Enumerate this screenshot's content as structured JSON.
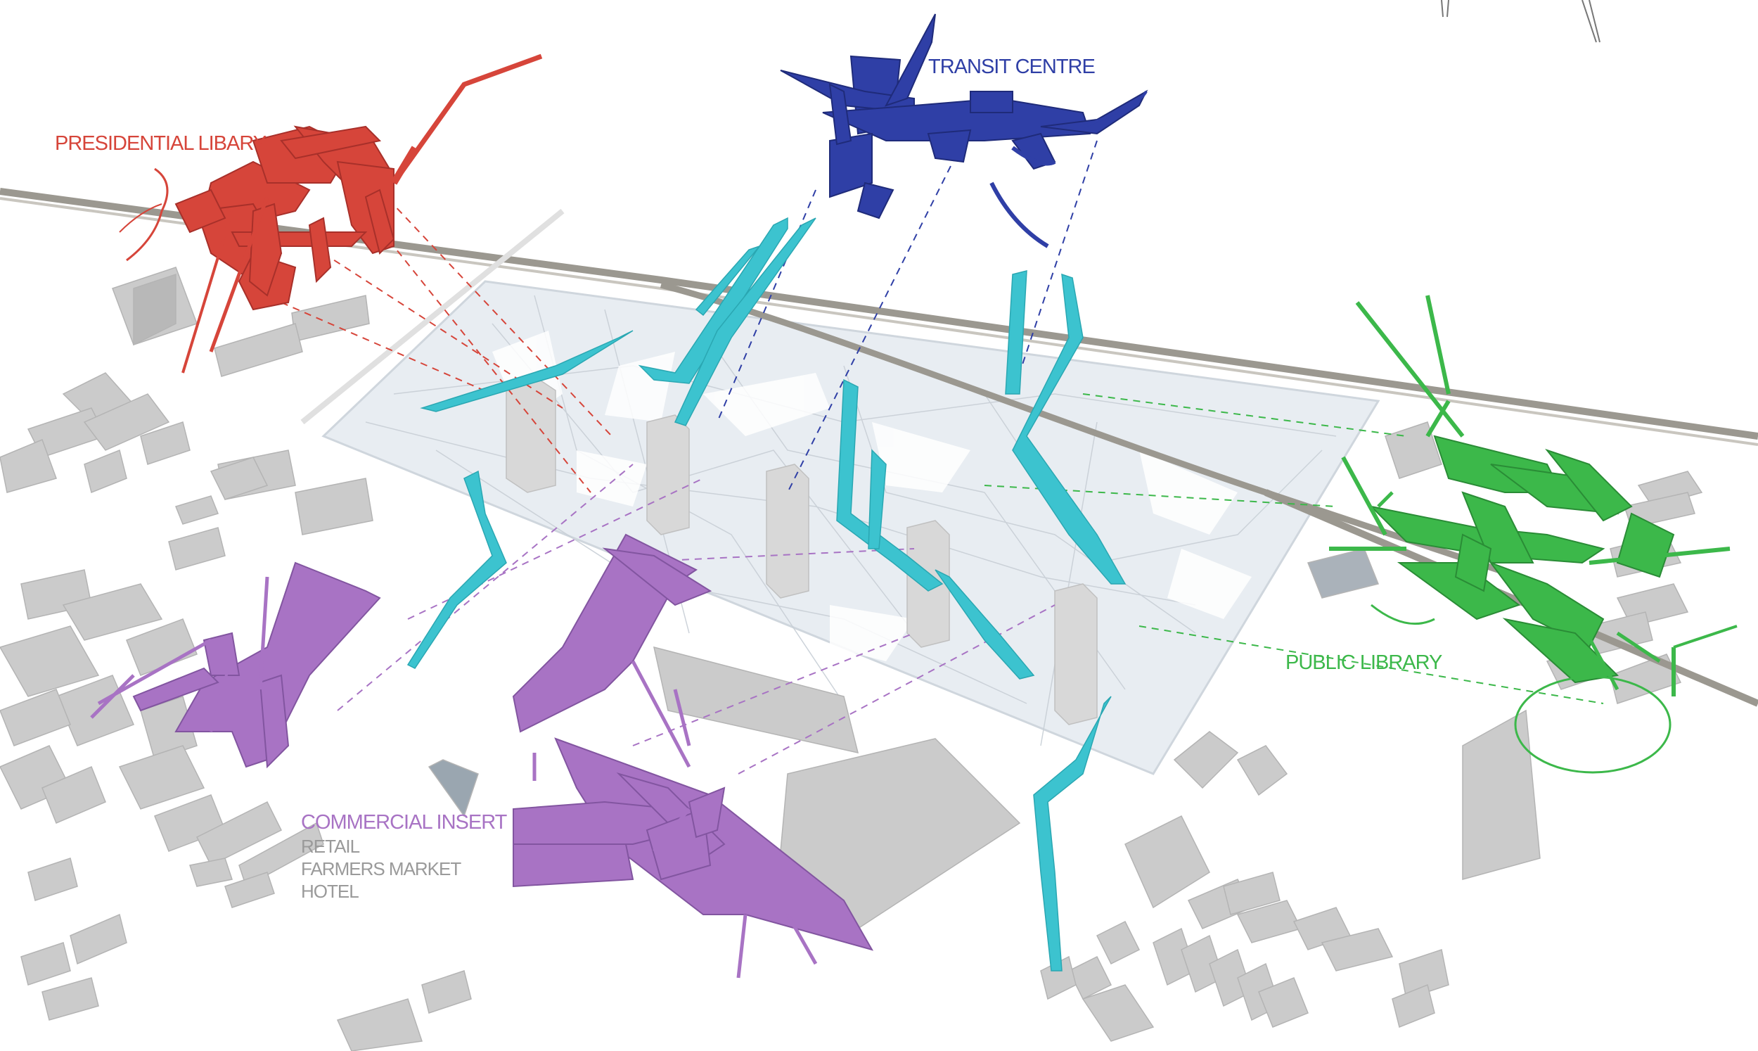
{
  "labels": {
    "presidential_library": "PRESIDENTIAL LIBARY",
    "transit_centre": "TRANSIT CENTRE",
    "public_library": "PUBLIC LIBRARY",
    "commercial_insert": "COMMERCIAL INSERT",
    "commercial_uses": [
      "RETAIL",
      "FARMERS MARKET",
      "HOTEL"
    ]
  },
  "colors": {
    "presidential_library": "#d6453a",
    "transit_centre": "#2f3fa6",
    "public_library": "#3cb84a",
    "commercial_insert": "#a873c4",
    "connectors": "#3cc3cf",
    "buildings": "#c9c9c9",
    "site_plane": "#e6ebf0",
    "rail_line": "#9b9890"
  }
}
